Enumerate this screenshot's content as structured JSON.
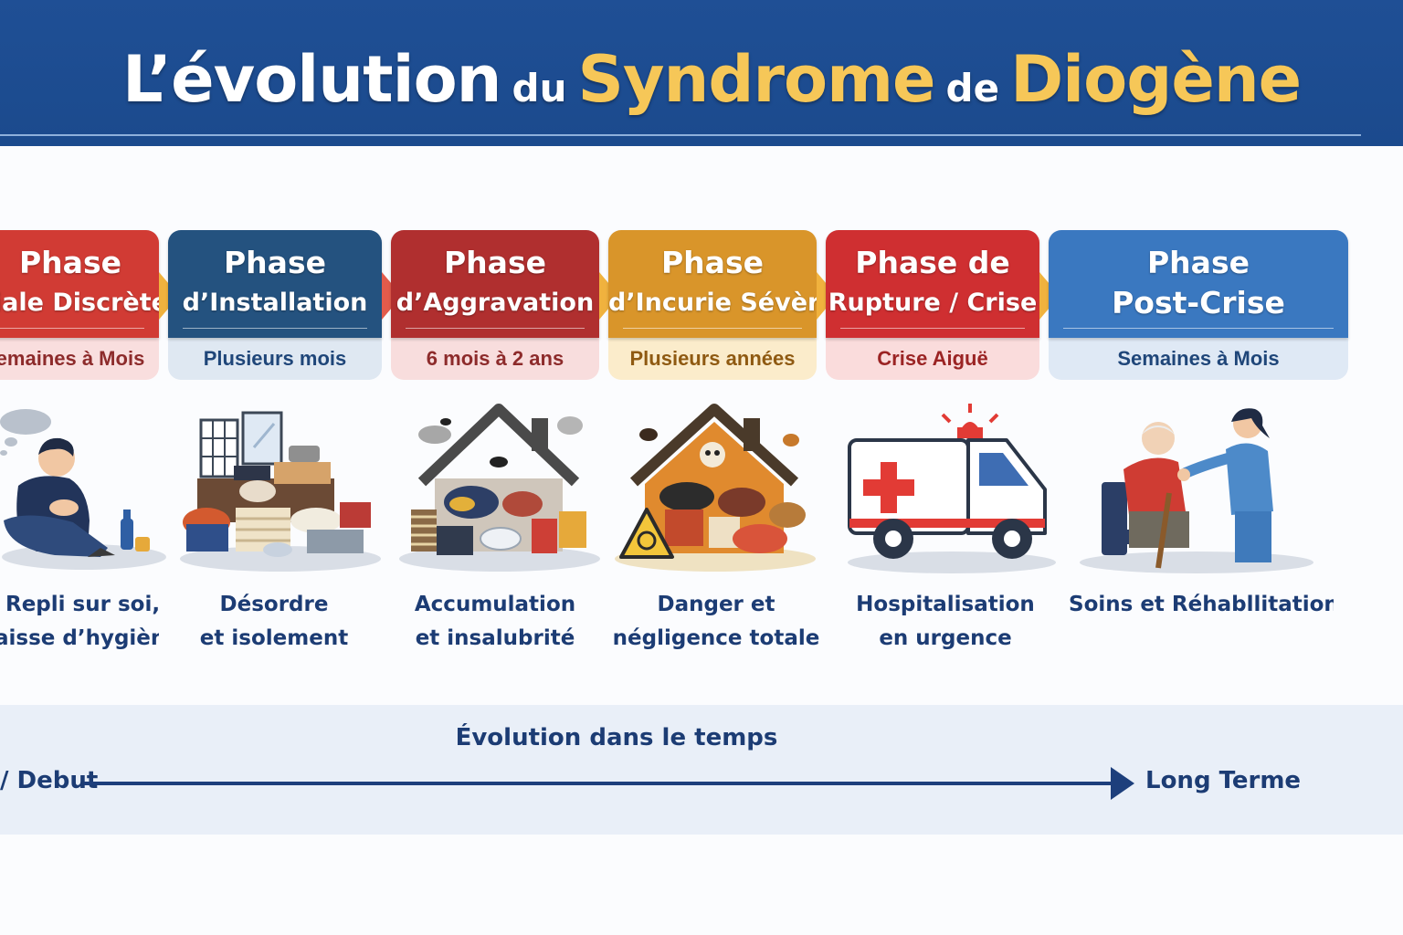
{
  "header": {
    "title_part1": "L’évolution",
    "title_part2": "du",
    "title_part3": "Syndrome",
    "title_part4": "de",
    "title_part5": "Diogène"
  },
  "phases": [
    {
      "title_l1": "Phase",
      "title_l2": "tiale Discrète",
      "duration": "emaines à Mois",
      "caption_l1": "Repli sur soi,",
      "caption_l2": "aisse d’hygiène",
      "color": "#d13b34"
    },
    {
      "title_l1": "Phase",
      "title_l2": "d’Installation",
      "duration": "Plusieurs mois",
      "caption_l1": "Désordre",
      "caption_l2": "et isolement",
      "color": "#24527f"
    },
    {
      "title_l1": "Phase",
      "title_l2": "d’Aggravation",
      "duration": "6 mois à 2 ans",
      "caption_l1": "Accumulation",
      "caption_l2": "et insalubrité",
      "color": "#b02f2f"
    },
    {
      "title_l1": "Phase",
      "title_l2": "d’Incurie Sévère",
      "duration": "Plusieurs années",
      "caption_l1": "Danger et",
      "caption_l2": "négligence totale",
      "color": "#d9952a"
    },
    {
      "title_l1": "Phase de",
      "title_l2": "Rupture / Crise",
      "duration": "Crise Aiguë",
      "caption_l1": "Hospitalisation",
      "caption_l2": "en urgence",
      "color": "#cf2f31"
    },
    {
      "title_l1": "Phase",
      "title_l2": "Post-Crise",
      "duration": "Semaines à Mois",
      "caption_l1": "Soins et Réhabllitation",
      "caption_l2": "",
      "color": "#3a78c0"
    }
  ],
  "timeline": {
    "title": "Évolution dans le temps",
    "start_label": "/ Debut",
    "end_label": "Long Terme"
  },
  "icons": [
    "thinking-person-icon",
    "clutter-pile-icon",
    "dirty-house-icon",
    "biohazard-house-icon",
    "ambulance-icon",
    "caregiver-icon"
  ]
}
